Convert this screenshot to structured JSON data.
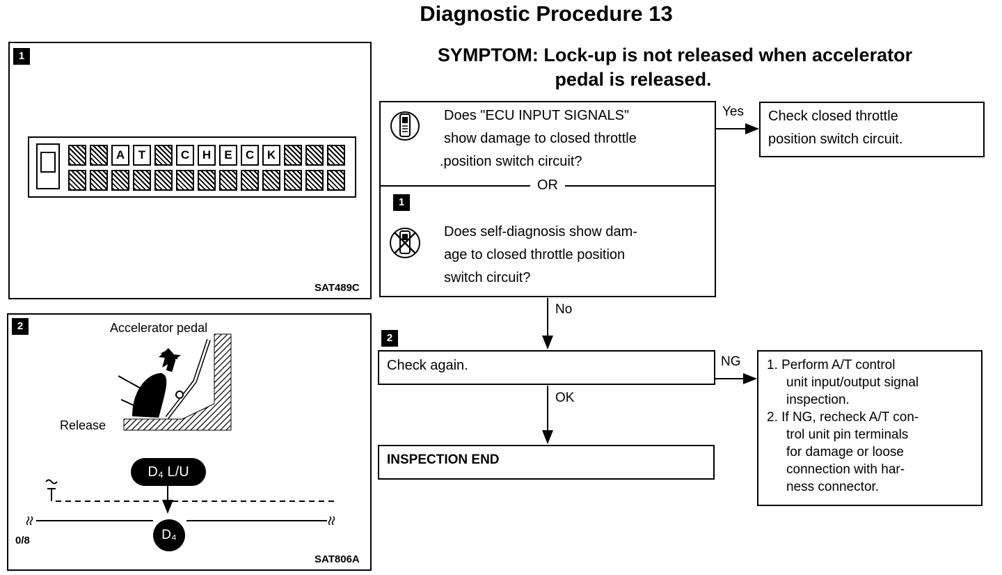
{
  "title": "Diagnostic Procedure 13",
  "symptom": {
    "line1": "SYMPTOM: Lock-up is not released when accelerator",
    "line2": "pedal is released."
  },
  "figure1": {
    "badge": "1",
    "display_letters": [
      "A",
      "T",
      "C",
      "H",
      "E",
      "C",
      "K"
    ],
    "code": "SAT489C"
  },
  "figure2": {
    "badge": "2",
    "pedal_label": "Accelerator pedal",
    "release_label": "Release",
    "lu_label": "D₄ L/U",
    "d4_label": "D₄",
    "axis_left": "0/8",
    "code": "SAT806A"
  },
  "flow": {
    "q1": {
      "line1": "Does \"ECU INPUT SIGNALS\"",
      "line2": "show damage to closed throttle",
      "line3": ".position switch circuit?"
    },
    "or_label": "OR",
    "badge1": "1",
    "q2": {
      "line1": "Does self-diagnosis show dam-",
      "line2": "age to closed throttle position",
      "line3": "switch circuit?"
    },
    "yes_label": "Yes",
    "yes_result": {
      "line1": "Check closed throttle",
      "line2": "position switch circuit."
    },
    "no_label": "No",
    "badge2": "2",
    "check_again": "Check again.",
    "ng_label": "NG",
    "ok_label": "OK",
    "end_label": "INSPECTION END",
    "ng_result": {
      "item1_l1": "1. Perform A/T control",
      "item1_l2": "unit input/output signal",
      "item1_l3": "inspection.",
      "item2_l1": "2. If NG, recheck A/T con-",
      "item2_l2": "trol unit pin terminals",
      "item2_l3": "for damage or loose",
      "item2_l4": "connection with har-",
      "item2_l5": "ness connector."
    }
  }
}
